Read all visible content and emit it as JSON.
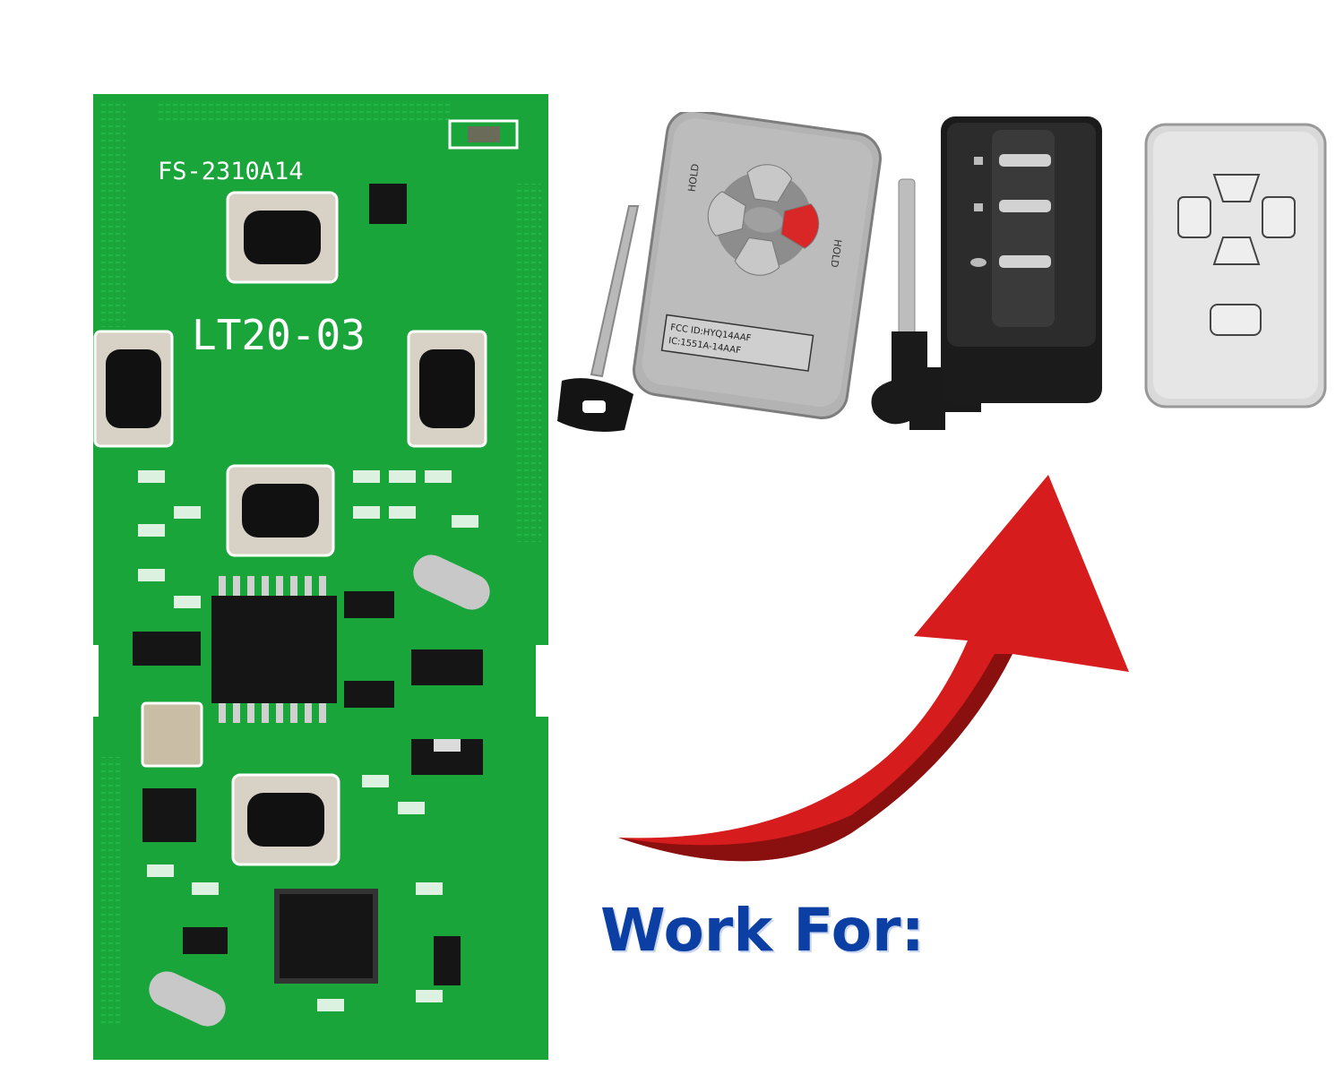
{
  "pcb": {
    "model_label": "FS-2310A14",
    "board_label": "LT20-03"
  },
  "keys": {
    "silver_key": {
      "hold_left": "HOLD",
      "hold_right": "HOLD",
      "fcc_line1": "FCC ID:HYQ14AAF",
      "fcc_line2": "IC:1551A-14AAF"
    }
  },
  "caption": {
    "text": "Work For:"
  },
  "colors": {
    "pcb_green": "#1aa53a",
    "caption_blue": "#0b3fa3",
    "arrow_red": "#d61c1c"
  }
}
